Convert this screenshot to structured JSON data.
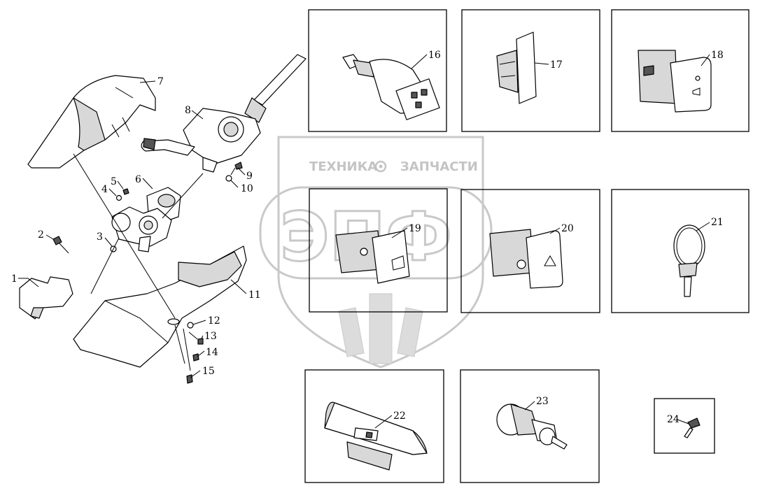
{
  "watermark": {
    "top_text_left": "ТЕХНИКА",
    "top_text_right": "ЗАПЧАСТИ",
    "logo_text": "ЭПФ",
    "icon": "gear-icon"
  },
  "callouts": {
    "c1": "1",
    "c2": "2",
    "c3": "3",
    "c4": "4",
    "c5": "5",
    "c6": "6",
    "c7": "7",
    "c8": "8",
    "c9": "9",
    "c10": "10",
    "c11": "11",
    "c12": "12",
    "c13": "13",
    "c14": "14",
    "c15": "15",
    "c16": "16",
    "c17": "17",
    "c18": "18",
    "c19": "19",
    "c20": "20",
    "c21": "21",
    "c22": "22",
    "c23": "23",
    "c24": "24"
  }
}
